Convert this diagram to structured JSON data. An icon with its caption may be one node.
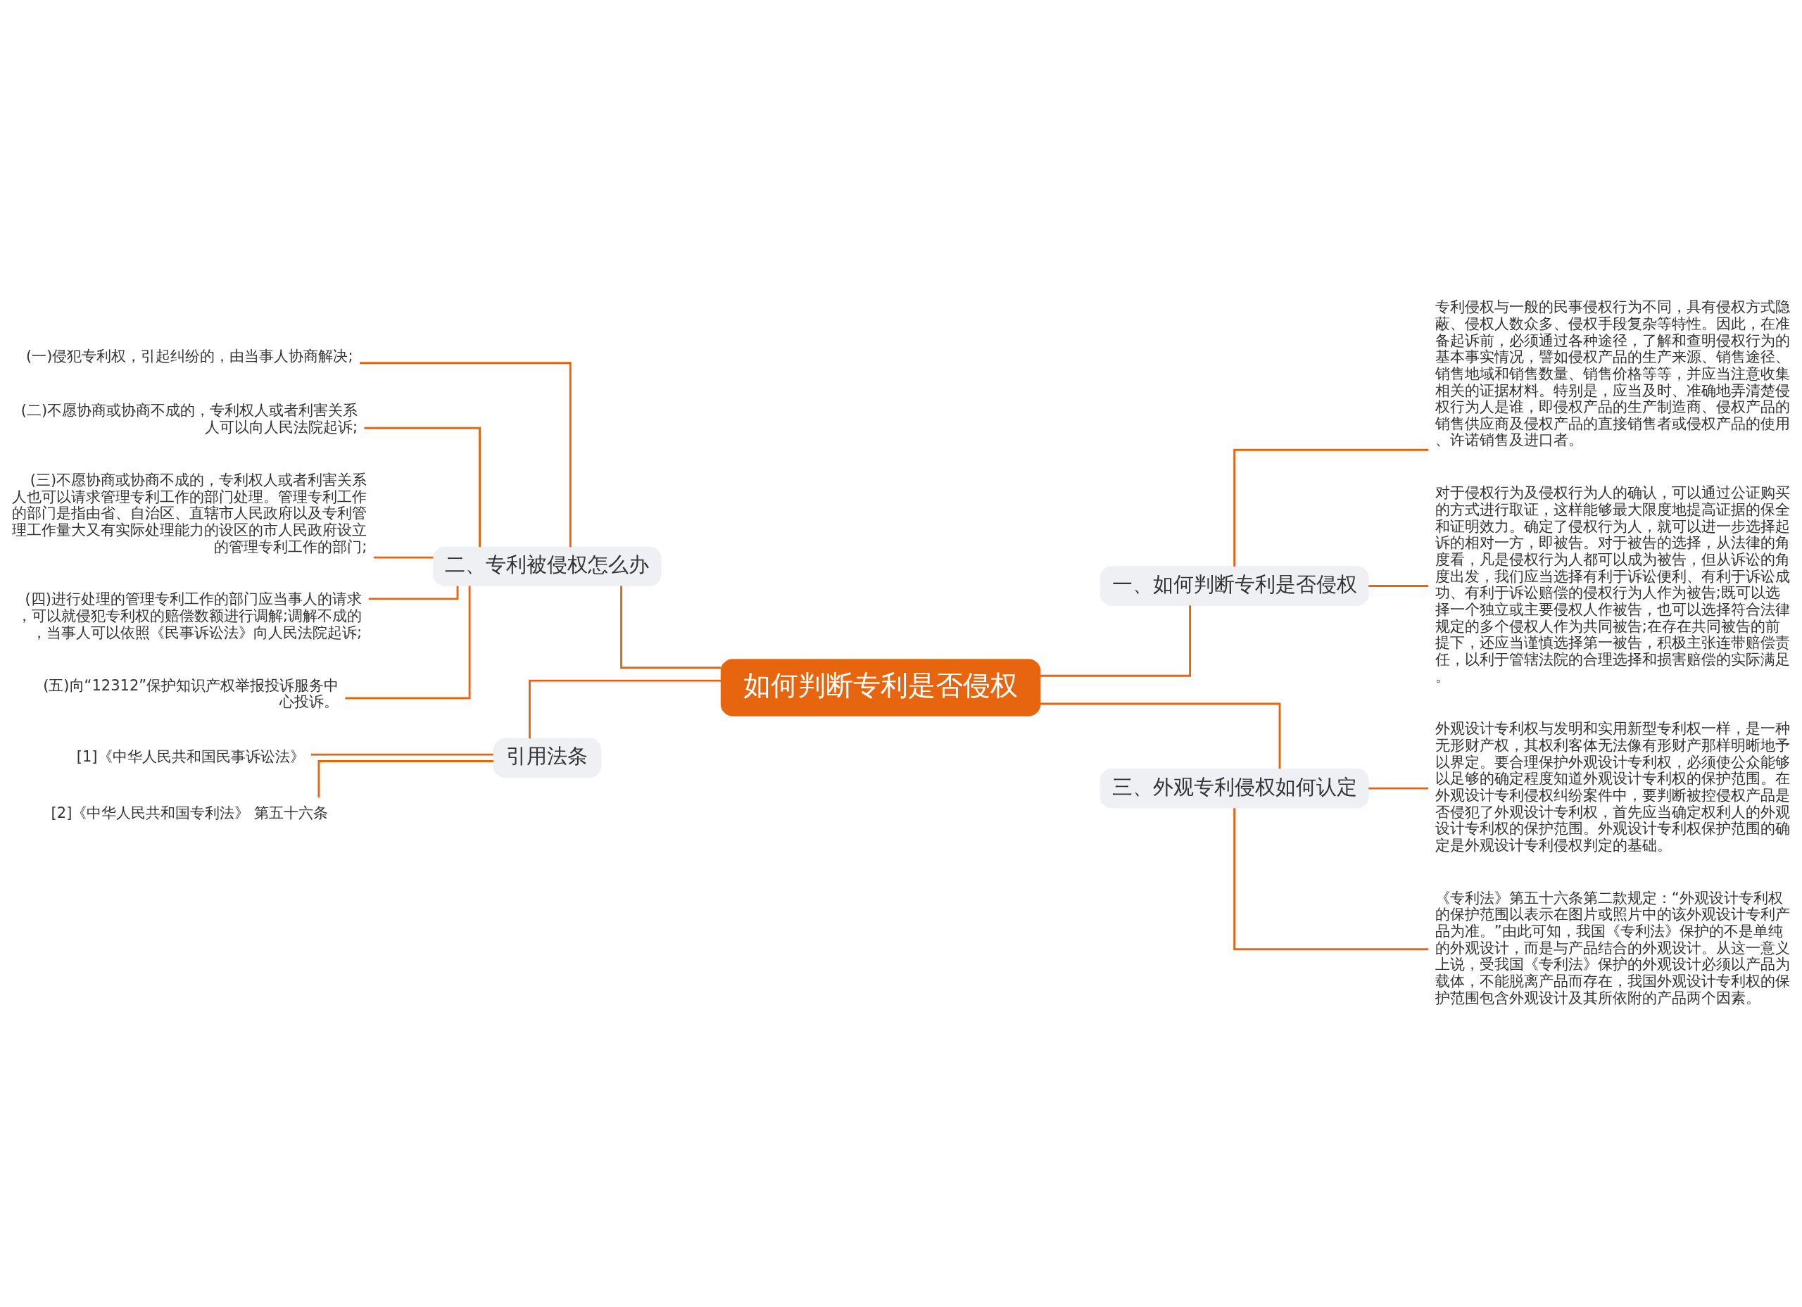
{
  "diagram": {
    "nodes": [
      {
        "text": [
          "如何判断专利是否侵权"
        ]
      },
      {
        "text": [
          "一、如何判断专利是否侵权"
        ]
      },
      {
        "text": [
          "专利侵权与一般的民事侵权行为不同，具有侵权方式隐蔽、侵权人数众多、侵权手段复杂等特性。因此，在准备起诉前，必须通过各种途径，了解和查明侵权行为的基本事实情况，譬如侵权产品的生产来源、销售途径、销售地域和销售数量、销售价格等等，并应当注意收集相关的证据材料。特别是，应当及时、准确地弄清楚侵权行为人是谁，即侵权产品的生产制造商、侵权产品的销售供应商及侵权产品的直接销售者或侵权产品的使用、许诺销售及进口者。"
        ]
      },
      {
        "text": [
          "对于侵权行为及侵权行为人的确认，可以通过公证购买的方式进行取证，这样能够最大限度地提高证据的保全和证明效力。确定了侵权行为人，就可以进一步选择起诉的相对一方，即被告。对于被告的选择，从法律的角度看，凡是侵权行为人都可以成为被告，但从诉讼的角度出发，我们应当选择有利于诉讼便利、有利于诉讼成功、有利于诉讼赔偿的侵权行为人作为被告;既可以选择一个独立或主要侵权人作被告，也可以选择符合法律规定的多个侵权人作为共同被告;在存在共同被告的前提下，还应当谨慎选择第一被告，积极主张连带赔偿责任，以利于管辖法院的合理选择和损害赔偿的实际满足。"
        ]
      },
      {
        "text": [
          "三、外观专利侵权如何认定"
        ]
      },
      {
        "text": [
          "外观设计专利权与发明和实用新型专利权一样，是一种无形财产权，其权利客体无法像有形财产那样明晰地予以界定。要合理保护外观设计专利权，必须使公众能够以足够的确定程度知道外观设计专利权的保护范围。在外观设计专利侵权纠纷案件中，要判断被控侵权产品是否侵犯了外观设计专利权，首先应当确定权利人的外观设计专利权的保护范围。外观设计专利权保护范围的确定是外观设计专利侵权判定的基础。"
        ]
      },
      {
        "text": [
          "《专利法》第五十六条第二款规定：“外观设计专利权的保护范围以表示在图片或照片中的该外观设计专利产品为准。”由此可知，我国《专利法》保护的不是单纯的外观设计，而是与产品结合的外观设计。从这一意义上说，受我国《专利法》保护的外观设计必须以产品为载体，不能脱离产品而存在，我国外观设计专利权的保护范围包含外观设计及其所依附的产品两个因素。"
        ]
      },
      {
        "text": [
          "二、专利被侵权怎么办"
        ]
      },
      {
        "text": [
          "(一)侵犯专利权，引起纠纷的，由当事人协商解决;"
        ]
      },
      {
        "text": [
          "(二)不愿协商或协商不成的，专利权人或者利害关系人可以向人民法院起诉;"
        ]
      },
      {
        "text": [
          "(三)不愿协商或协商不成的，专利权人或者利害关系人也可以请求管理专利工作的部门处理。管理专利工作的部门是指由省、自治区、直辖市人民政府以及专利管理工作量大又有实际处理能力的设区的市人民政府设立的管理专利工作的部门;"
        ]
      },
      {
        "text": [
          "(四)进行处理的管理专利工作的部门应当事人的请求，可以就侵犯专利权的赔偿数额进行调解;调解不成的，当事人可以依照《民事诉讼法》向人民法院起诉;"
        ]
      },
      {
        "text": [
          "(五)向“12312”保护知识产权举报投诉服务中心投诉。"
        ]
      },
      {
        "text": [
          "引用法条"
        ]
      },
      {
        "text": [
          "[1]《中华人民共和国民事诉讼法》"
        ]
      },
      {
        "text": [
          "[2]《中华人民共和国专利法》 第五十六条"
        ]
      }
    ],
    "edges": [
      {
        "from": 0,
        "to": 1,
        "arrow": "none"
      },
      {
        "from": 1,
        "to": 2,
        "arrow": "none"
      },
      {
        "from": 1,
        "to": 3,
        "arrow": "none"
      },
      {
        "from": 0,
        "to": 4,
        "arrow": "none"
      },
      {
        "from": 4,
        "to": 5,
        "arrow": "none"
      },
      {
        "from": 4,
        "to": 6,
        "arrow": "none"
      },
      {
        "from": 0,
        "to": 7,
        "arrow": "none"
      },
      {
        "from": 7,
        "to": 8,
        "arrow": "none"
      },
      {
        "from": 7,
        "to": 9,
        "arrow": "none"
      },
      {
        "from": 7,
        "to": 10,
        "arrow": "none"
      },
      {
        "from": 7,
        "to": 11,
        "arrow": "none"
      },
      {
        "from": 7,
        "to": 12,
        "arrow": "none"
      },
      {
        "from": 0,
        "to": 13,
        "arrow": "none"
      },
      {
        "from": 13,
        "to": 14,
        "arrow": "none"
      },
      {
        "from": 13,
        "to": 15,
        "arrow": "none"
      }
    ]
  }
}
